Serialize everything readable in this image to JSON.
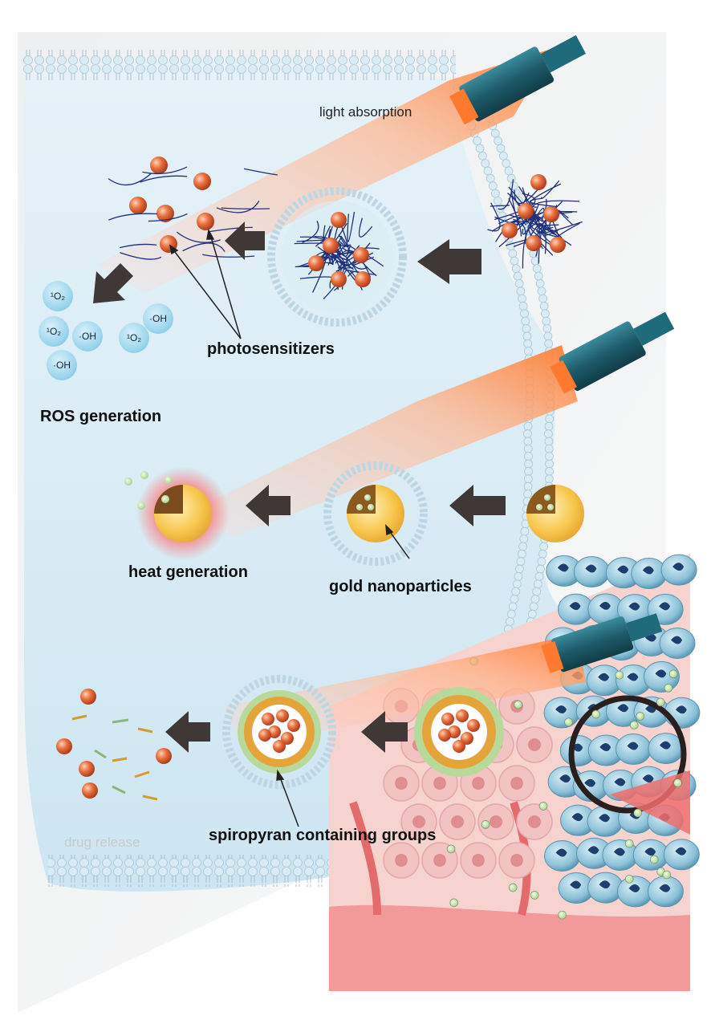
{
  "labels": {
    "light_absorption": "light absorption",
    "photosensitizers": "photosensitizers",
    "ros_generation": "ROS generation",
    "heat_generation": "heat generation",
    "gold_nanoparticles": "gold nanoparticles",
    "spiropyran": "spiropyran containing groups",
    "drug_release": "drug release"
  },
  "ros_species": [
    "¹O₂",
    "¹O₂",
    "·OH",
    "¹O₂",
    "·OH",
    "·OH"
  ],
  "colors": {
    "cell_interior": "#d7ecf4",
    "membrane_bead": "#cfe3ee",
    "particle_orange": "#e2663a",
    "polymer_blue": "#1f2f7a",
    "gold": "#f7c34a",
    "arrow": "#3f3836",
    "laser_body": "#1d5a6a",
    "tissue_pink": "#f2b8b8",
    "tumor_blue": "#7db6cf"
  }
}
